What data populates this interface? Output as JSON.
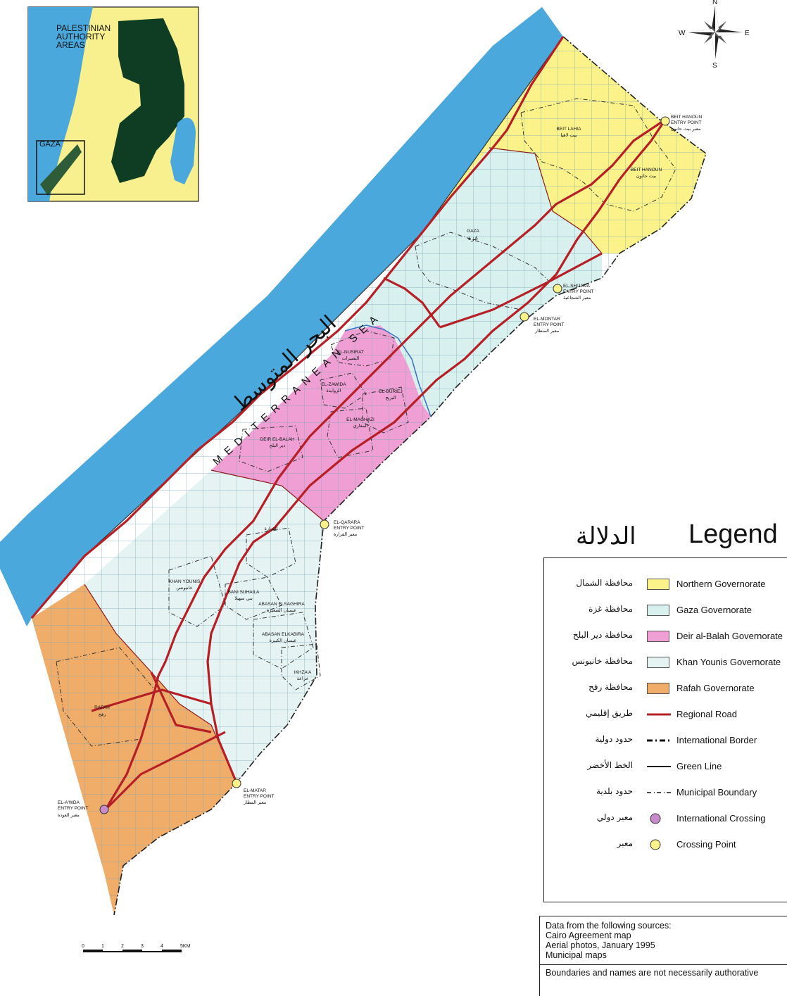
{
  "colors": {
    "sea": "#4aa8dd",
    "north": "#fbf38a",
    "gaza": "#d8f0ee",
    "deir": "#ef9fd3",
    "khan": "#e6f3f3",
    "rafah": "#f0ad6a",
    "road": "#b51f25",
    "inset_land": "#f8f08e",
    "inset_areas": "#0f3d24"
  },
  "inset": {
    "title": "PALESTINIAN AUTHORITY AREAS",
    "gaza_label": "GAZA"
  },
  "compass": {
    "n": "N",
    "s": "S",
    "e": "E",
    "w": "W"
  },
  "sea": {
    "arabic": "البحر المتوسط",
    "english": "MEDITERRANEAN SEA"
  },
  "places": [
    {
      "en": "BEIT LAHIA",
      "ar": "بيت لاهيا"
    },
    {
      "en": "BEIT HANOUN",
      "ar": "بيت حانون"
    },
    {
      "en": "GAZA",
      "ar": "غزة"
    },
    {
      "en": "EL-NUSIRAT",
      "ar": "النصيرات"
    },
    {
      "en": "EL-ZAWIDA",
      "ar": "الزوايدة"
    },
    {
      "en": "EL-BURIEJ",
      "ar": "البريج"
    },
    {
      "en": "EL-MAGHAZI",
      "ar": "المغازي"
    },
    {
      "en": "DEIR EL-BALAH",
      "ar": "دير البلح"
    },
    {
      "en": "KHAN YOUNIS",
      "ar": "خانيونس"
    },
    {
      "en": "BANI SUHAILA",
      "ar": "بني سهيلا"
    },
    {
      "en": "ABASAN ELSAGHIRA",
      "ar": "عبسان الصغيرة"
    },
    {
      "en": "ABASAN ELKABIRA",
      "ar": "عبسان الكبيرة"
    },
    {
      "en": "IKHZA'A",
      "ar": "خزاعة"
    },
    {
      "en": "RAFAH",
      "ar": "رفح"
    },
    {
      "en": "",
      "ar": "القرارة"
    }
  ],
  "crossings": [
    {
      "l1": "BEIT HANOUN",
      "l2": "ENTRY POINT",
      "ar": "معبر بيت حانون"
    },
    {
      "l1": "EL-SHIJJAIA",
      "l2": "ENTRY POINT",
      "ar": "معبر الشجاعية"
    },
    {
      "l1": "EL-MONTAR",
      "l2": "ENTRY POINT",
      "ar": "معبر المنطار"
    },
    {
      "l1": "EL-QARARA",
      "l2": "ENTRY POINT",
      "ar": "معبر القرارة"
    },
    {
      "l1": "EL-MATAR",
      "l2": "ENTRY POINT",
      "ar": "معبر المطار"
    },
    {
      "l1": "EL-A'WDA",
      "l2": "ENTRY POINT",
      "ar": "معبر العودة"
    }
  ],
  "legend": {
    "title_en": "Legend",
    "title_ar": "الدلالة",
    "items": [
      {
        "ar": "محافظة الشمال",
        "en": "Northern Governorate",
        "symbol": "swatch",
        "color": "#fbf38a"
      },
      {
        "ar": "محافظة غزة",
        "en": "Gaza Governorate",
        "symbol": "swatch",
        "color": "#d8f0ee"
      },
      {
        "ar": "محافظة دير البلح",
        "en": "Deir al-Balah Governorate",
        "symbol": "swatch",
        "color": "#ef9fd3"
      },
      {
        "ar": "محافظة خانيونس",
        "en": "Khan Younis Governorate",
        "symbol": "swatch",
        "color": "#e6f3f3"
      },
      {
        "ar": "محافظة رفح",
        "en": "Rafah Governorate",
        "symbol": "swatch",
        "color": "#f0ad6a"
      },
      {
        "ar": "طريق إقليمي",
        "en": "Regional Road",
        "symbol": "road",
        "color": "#b51f25"
      },
      {
        "ar": "حدود دولية",
        "en": "International Border",
        "symbol": "intl",
        "color": "#111111"
      },
      {
        "ar": "الخط الأخضر",
        "en": "Green Line",
        "symbol": "green",
        "color": "#111111"
      },
      {
        "ar": "حدود بلدية",
        "en": "Municipal Boundary",
        "symbol": "muni",
        "color": "#111111"
      },
      {
        "ar": "معبر دولي",
        "en": "International Crossing",
        "symbol": "circle",
        "color": "#c88acb"
      },
      {
        "ar": "معبر",
        "en": "Crossing  Point",
        "symbol": "circle",
        "color": "#fbf38a"
      }
    ]
  },
  "sources": {
    "lines": [
      "Data from the following sources:",
      "Cairo Agreement map",
      "Aerial photos, January 1995",
      "Municipal maps"
    ],
    "note": "Boundaries and names are not necessarily authorative"
  },
  "scale": {
    "ticks": [
      "0",
      "1",
      "2",
      "3",
      "4",
      "5KM"
    ]
  }
}
